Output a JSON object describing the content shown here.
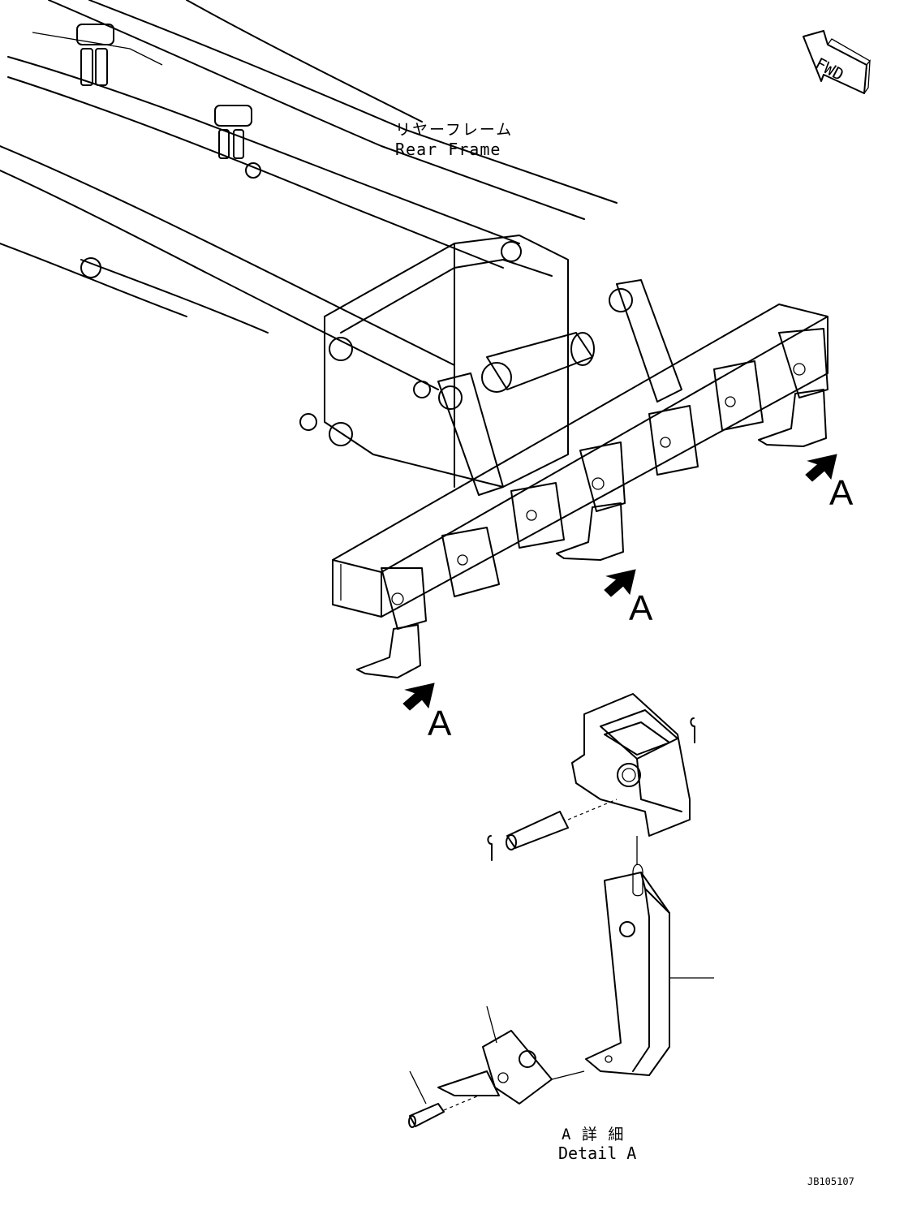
{
  "drawing": {
    "rear_frame_label_jp": "リヤーフレーム",
    "rear_frame_label_en": "Rear Frame",
    "fwd_label": "FWD",
    "callouts": [
      "A",
      "A",
      "A"
    ],
    "detail_label_jp": "A 詳 細",
    "detail_label_en": "Detail A",
    "drawing_number": "JB105107"
  }
}
